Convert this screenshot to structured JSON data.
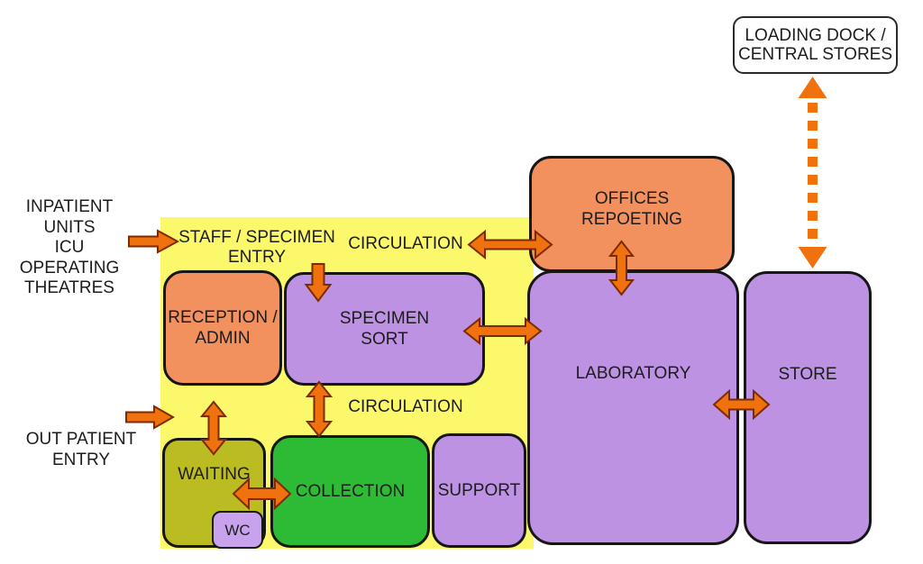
{
  "diagram_type": "laboratory-department-adjacency-flow",
  "colors": {
    "background": "#FFFFFF",
    "circulation_zone_fill": "#FBF96B",
    "orange_room_fill": "#F2915E",
    "purple_room_fill": "#BD92E3",
    "green_room_fill": "#2DBA35",
    "olive_room_fill": "#BBBB22",
    "wc_fill": "#C8A2EC",
    "arrow_fill": "#EF720E",
    "arrow_outline": "#7D2B00",
    "box_border": "#161616",
    "text": "#1C1C1C"
  },
  "external_labels": {
    "inpatient": {
      "lines": [
        "INPATIENT",
        "UNITS",
        "ICU",
        "OPERATING",
        "THEATRES"
      ]
    },
    "outpatient": {
      "lines": [
        "OUT PATIENT",
        "ENTRY"
      ]
    }
  },
  "zone_labels": {
    "staff_entry": {
      "lines": [
        "STAFF / SPECIMEN",
        "ENTRY"
      ]
    },
    "circulation_top": "CIRCULATION",
    "circulation_bottom": "CIRCULATION"
  },
  "rooms": {
    "loading_dock": {
      "lines": [
        "LOADING DOCK /",
        "CENTRAL STORES"
      ]
    },
    "offices": {
      "lines": [
        "OFFICES",
        "REPOETING"
      ]
    },
    "reception": {
      "lines": [
        "RECEPTION /",
        "ADMIN"
      ]
    },
    "specimen_sort": {
      "lines": [
        "SPECIMEN",
        "SORT"
      ]
    },
    "laboratory": {
      "label": "LABORATORY"
    },
    "store": {
      "label": "STORE"
    },
    "waiting": {
      "label": "WAITING"
    },
    "wc": {
      "label": "WC"
    },
    "collection": {
      "label": "COLLECTION"
    },
    "support": {
      "label": "SUPPORT"
    }
  },
  "connectors": [
    {
      "name": "inpatient-to-staff-entry",
      "type": "single-arrow",
      "direction": "right"
    },
    {
      "name": "outpatient-to-waiting-zone",
      "type": "single-arrow",
      "direction": "right"
    },
    {
      "name": "staff-entry-to-specimen-sort",
      "type": "single-arrow",
      "direction": "down"
    },
    {
      "name": "circulation-to-offices",
      "type": "double-arrow",
      "orientation": "horizontal"
    },
    {
      "name": "offices-to-laboratory",
      "type": "double-arrow",
      "orientation": "vertical"
    },
    {
      "name": "specimen-sort-to-laboratory",
      "type": "double-arrow",
      "orientation": "horizontal"
    },
    {
      "name": "specimen-sort-to-collection",
      "type": "double-arrow",
      "orientation": "vertical"
    },
    {
      "name": "reception-to-waiting",
      "type": "double-arrow",
      "orientation": "vertical"
    },
    {
      "name": "waiting-to-collection",
      "type": "double-arrow",
      "orientation": "horizontal"
    },
    {
      "name": "laboratory-to-store",
      "type": "double-arrow",
      "orientation": "horizontal"
    },
    {
      "name": "loading-dock-to-store",
      "type": "dashed-double-arrow",
      "orientation": "vertical"
    }
  ]
}
